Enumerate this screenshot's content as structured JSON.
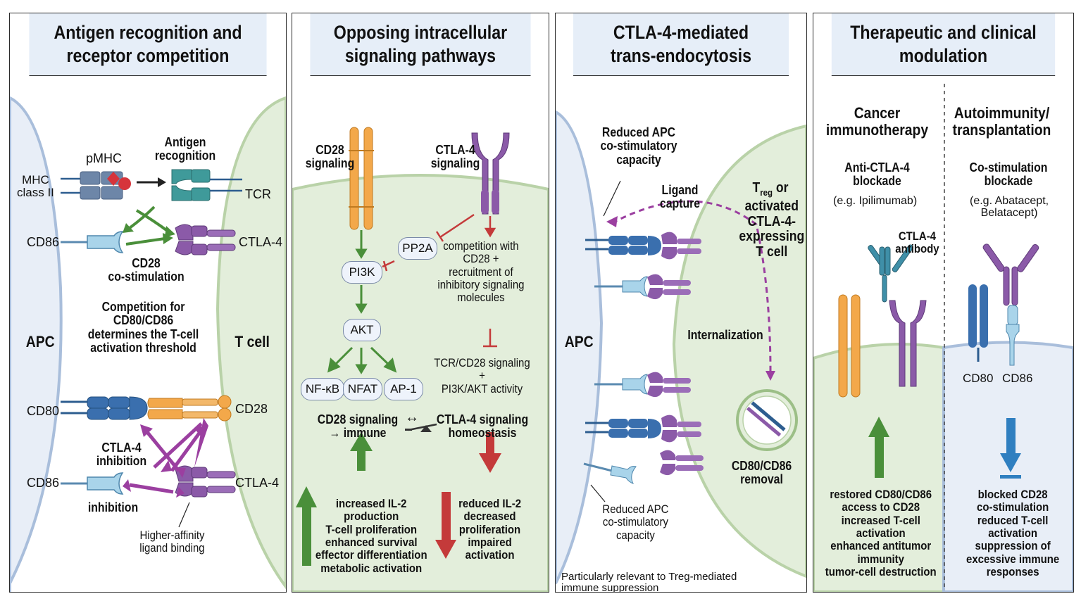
{
  "panels": [
    {
      "title": "Antigen recognition and\nreceptor competition",
      "labels": {
        "pmhc": "pMHC",
        "antigen_recognition": "Antigen\nrecognition",
        "mhc_class_ii": "MHC\nclass II",
        "tcr": "TCR",
        "cd86_top": "CD86",
        "ctla4_top": "CTLA-4",
        "cd28_costim": "CD28\nco-stimulation",
        "competition": "Competition for\nCD80/CD86\ndetermines the T-cell\nactivation threshold",
        "apc": "APC",
        "tcell": "T cell",
        "cd80": "CD80",
        "cd28": "CD28",
        "ctla4_inhibition": "CTLA-4\ninhibition",
        "cd86_bottom": "CD86",
        "ctla4_bottom": "CTLA-4",
        "inhibition": "inhibition",
        "higher_affinity": "Higher-affinity\nligand binding"
      }
    },
    {
      "title": "Opposing intracellular\nsignaling pathways",
      "labels": {
        "cd28_signaling": "CD28\nsignaling",
        "ctla4_signaling": "CTLA-4\nsignaling",
        "pp2a": "PP2A",
        "pi3k": "PI3K",
        "akt": "AKT",
        "nfkb": "NF-κB",
        "nfat": "NFAT",
        "ap1": "AP-1",
        "competition_text": "competition with\nCD28 +\nrecruitment of\ninhibitory signaling\nmolecules",
        "tcr_cd28": "TCR/CD28 signaling\n+\nPI3K/AKT activity",
        "balance_left": "CD28 signaling\n→ immune",
        "balance_arrow": "↔",
        "balance_right": "CTLA-4 signaling\nhomeostasis",
        "increased": "increased IL-2\nproduction\nT-cell proliferation\nenhanced survival\neffector differentiation\nmetabolic activation",
        "reduced": "reduced IL-2\ndecreased\nproliferation\nimpaired\nactivation"
      }
    },
    {
      "title": "CTLA-4-mediated\ntrans-endocytosis",
      "labels": {
        "reduced_top": "Reduced APC\nco-stimulatory\ncapacity",
        "ligand_capture": "Ligand\ncapture",
        "treg_t": "T",
        "treg_sub": "reg",
        "treg_rest": " or",
        "activated": "activated\nCTLA-4-\nexpressing\nT cell",
        "apc": "APC",
        "internalization": "Internalization",
        "removal": "CD80/CD86\nremoval",
        "reduced_bottom": "Reduced APC\nco-stimulatory\ncapacity",
        "note": "Particularly relevant to Treg-mediated\nimmune suppression"
      }
    },
    {
      "title": "Therapeutic and clinical\nmodulation",
      "labels": {
        "cancer": "Cancer\nimmunotherapy",
        "autoimmunity": "Autoimmunity/\ntransplantation",
        "anti_ctla4": "Anti-CTLA-4\nblockade",
        "ipilimumab": "(e.g. Ipilimumab)",
        "costim_blockade": "Co-stimulation\nblockade",
        "abatacept": "(e.g. Abatacept,\nBelatacept)",
        "ctla4_antibody": "CTLA-4\nantibody",
        "cd80": "CD80",
        "cd86": "CD86",
        "restored": "restored CD80/CD86\naccess to CD28\nincreased T-cell\nactivation\nenhanced antitumor\nimmunity\ntumor-cell destruction",
        "blocked": "blocked CD28\nco-stimulation\nreduced T-cell\nactivation\nsuppression of\nexcessive immune\nresponses"
      }
    }
  ],
  "colors": {
    "apc_fill": "#e8eef7",
    "tcell_fill": "#e3eedb",
    "membrane_blue": "#a9bedb",
    "membrane_green": "#b9d2a8",
    "cd28_orange": "#f3a84a",
    "ctla4_purple": "#8b5aa8",
    "cd80_blue": "#3a6fae",
    "cd86_light": "#a9d4ea",
    "tcr_teal": "#3f9a9a",
    "arrow_green": "#4a8f3a",
    "arrow_red": "#c43a3a",
    "arrow_purple": "#9b3fa0",
    "arrow_blue": "#2f7fc0"
  }
}
